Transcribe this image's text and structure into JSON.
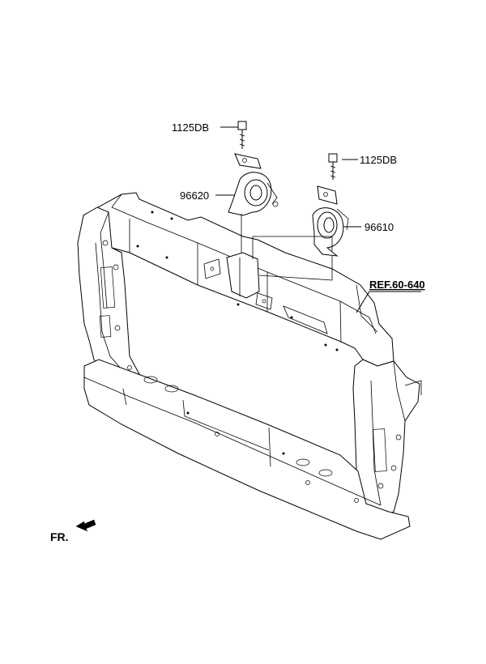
{
  "labels": {
    "bolt_left": "1125DB",
    "bolt_right": "1125DB",
    "horn_low": "96620",
    "horn_high": "96610",
    "reference": "REF.60-640",
    "front_marker": "FR."
  },
  "colors": {
    "line": "#000000",
    "background": "#ffffff"
  },
  "icons": {
    "front_arrow": "front-direction-arrow-icon"
  }
}
